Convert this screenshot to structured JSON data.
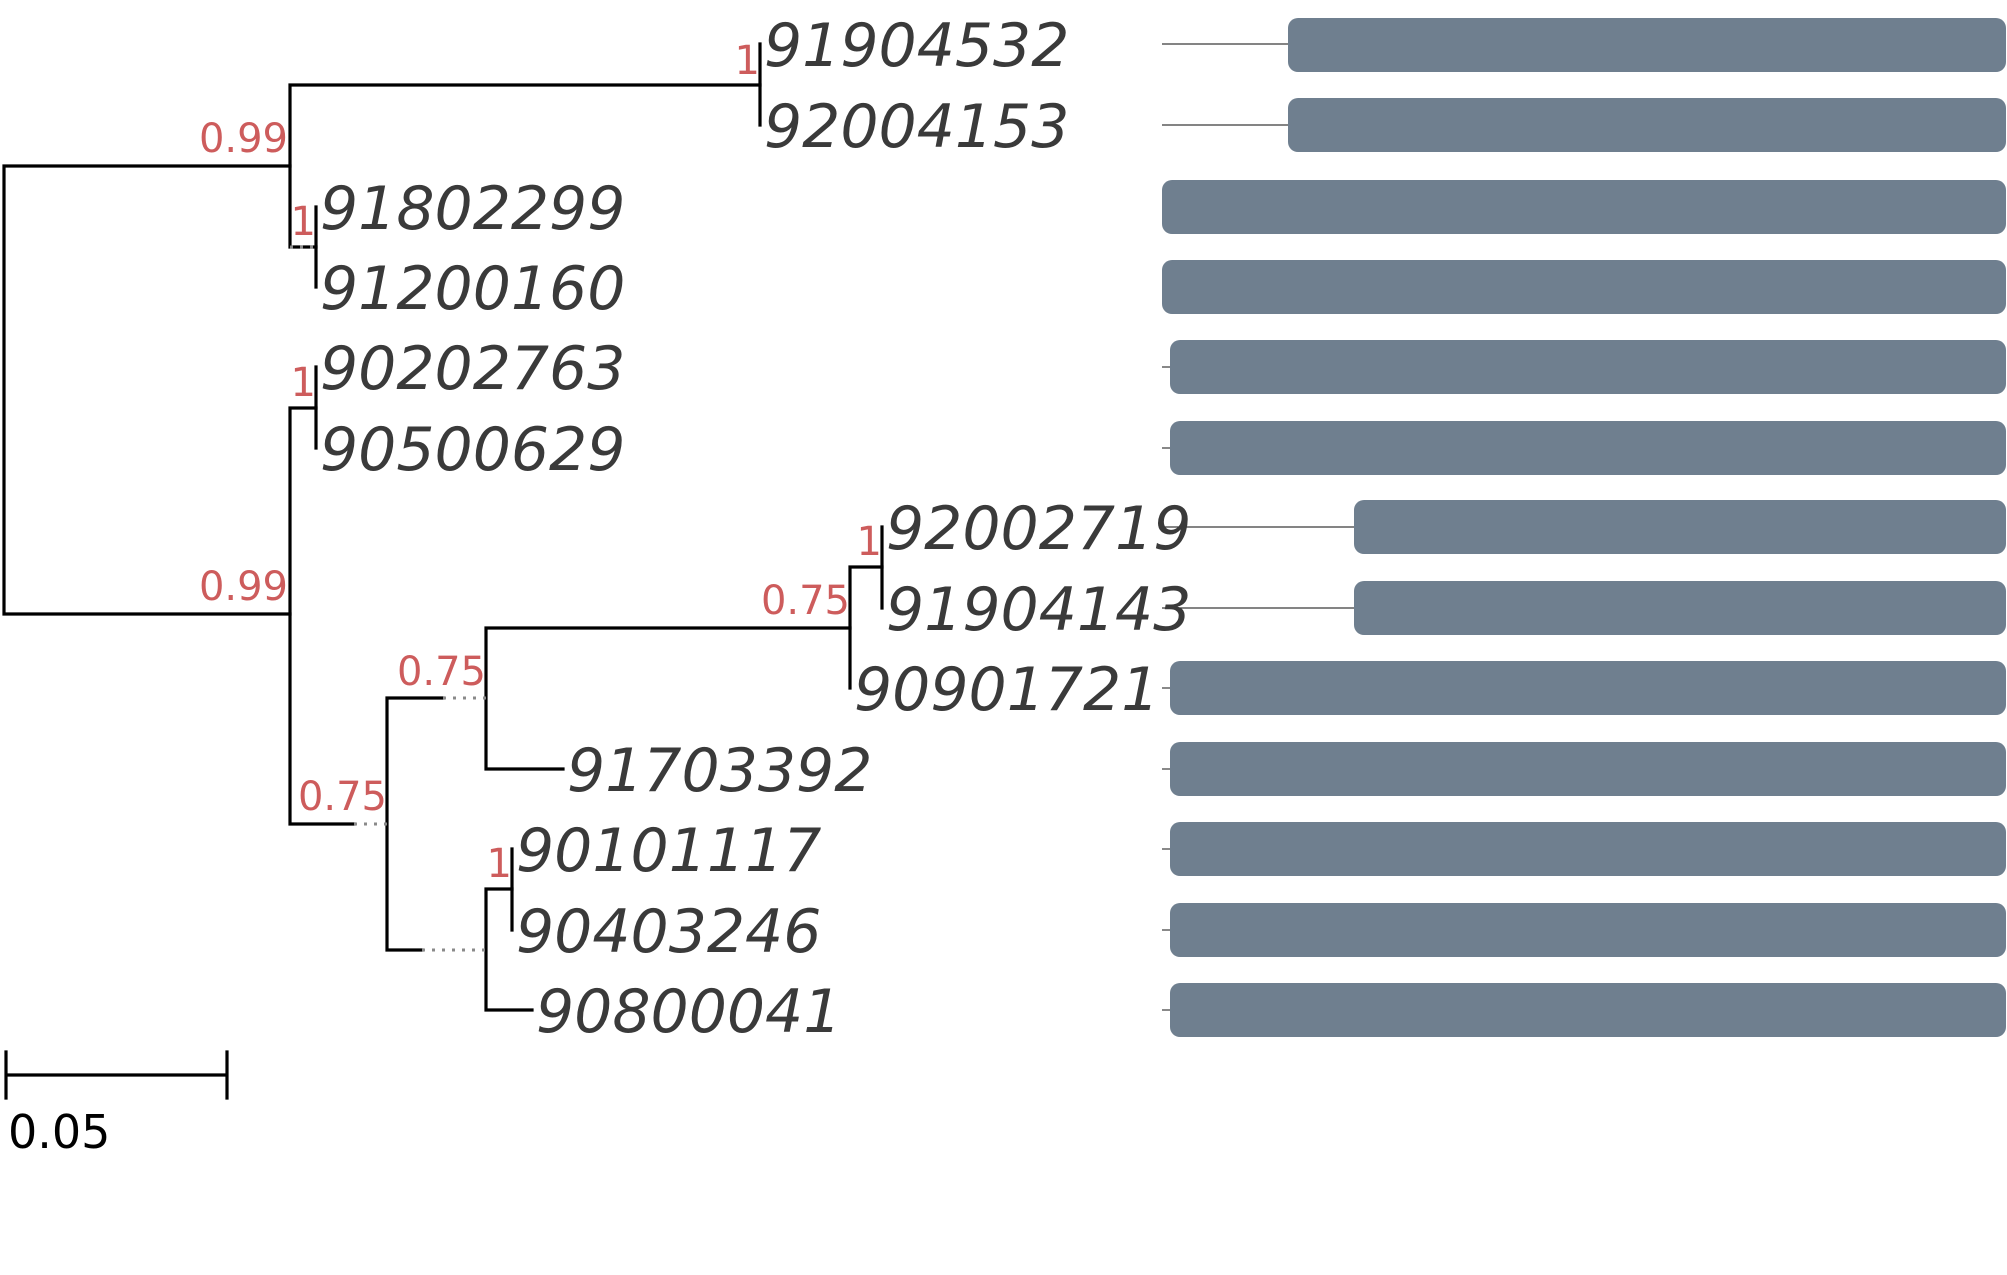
{
  "tree": {
    "colors": {
      "branch": "#000000",
      "label": "#3a3a3a",
      "support": "#cd5c5c",
      "bar": "#6f7f8f"
    },
    "leaves": [
      "91904532",
      "92004153",
      "91802299",
      "91200160",
      "90202763",
      "90500629",
      "92002719",
      "91904143",
      "90901721",
      "91703392",
      "90101117",
      "90403246",
      "90800041"
    ],
    "support_values": [
      "0.99",
      "0.99",
      "1",
      "1",
      "1",
      "1",
      "0.75",
      "0.75",
      "0.75",
      "1"
    ],
    "scale_bar": {
      "label": "0.05",
      "length": 0.05
    }
  }
}
